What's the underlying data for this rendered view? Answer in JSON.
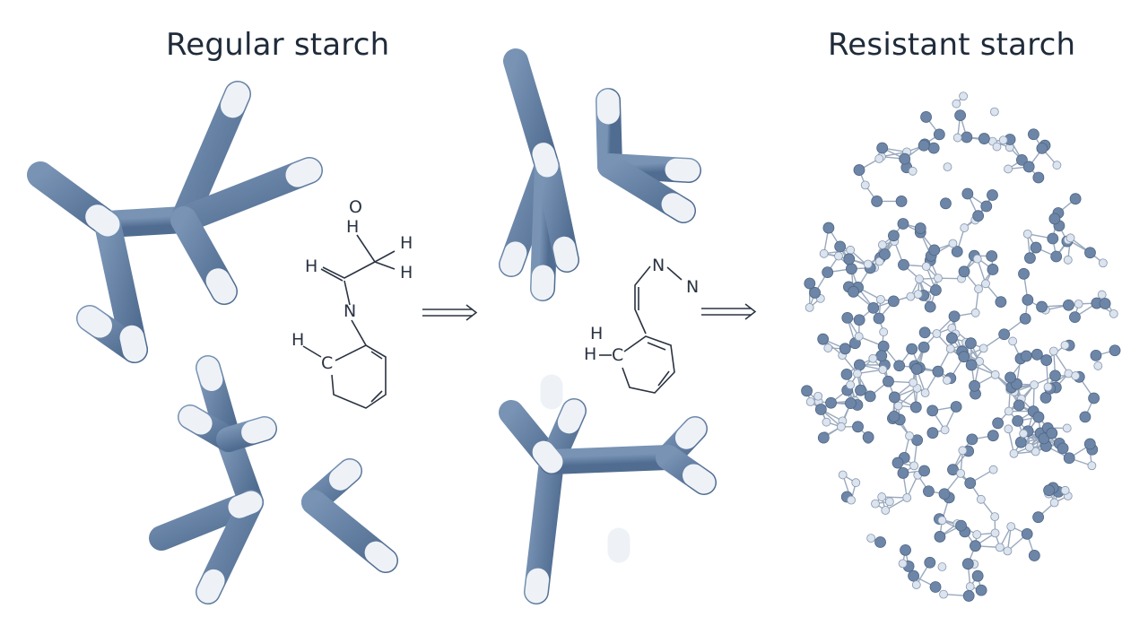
{
  "titles": {
    "left": "Regular starch",
    "right": "Resistant starch"
  },
  "molecule_left": {
    "atoms": {
      "o": "O",
      "h_top": "H",
      "h_right1": "H",
      "h_right2": "H",
      "h_left": "H",
      "n": "N",
      "h_ring": "H",
      "c_ring": "C"
    }
  },
  "molecule_right": {
    "atoms": {
      "n1": "N",
      "n2": "N",
      "h1": "H",
      "h2": "H",
      "c": "C"
    }
  },
  "colors": {
    "branch": "#627d9f",
    "tip": "#eef2f7",
    "atom_dark": "#6d86a7",
    "atom_light": "#dbe4ef",
    "text": "#1f2b3a"
  }
}
